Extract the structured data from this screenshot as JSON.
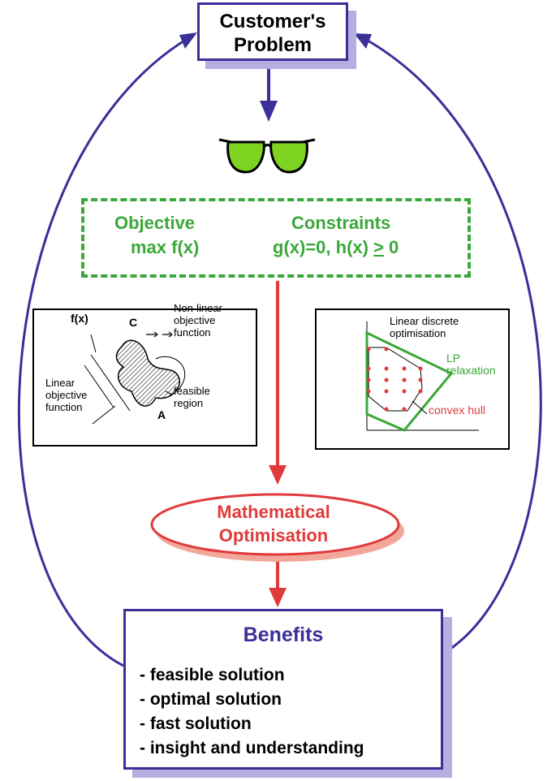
{
  "customer_problem": {
    "title": "Customer's\nProblem"
  },
  "icons": {
    "glasses": "sunglasses-icon"
  },
  "problem_formulation": {
    "objective_label": "Objective",
    "objective_expr": "max f(x)",
    "constraints_label": "Constraints",
    "constraints_expr_prefix": "g(x)=0, h(x) ",
    "constraints_ge": ">",
    "constraints_expr_suffix": " 0"
  },
  "figure_nonlinear": {
    "fx_label": "f(x)",
    "point_c": "C",
    "point_a": "A",
    "nonlinear_label": "Non-linear\nobjective\nfunction",
    "linear_label": "Linear\nobjective\nfunction",
    "feasible_label": "feasible\nregion"
  },
  "figure_discrete": {
    "title": "Linear discrete\noptimisation",
    "lp_relaxation": "LP relaxation",
    "convex_hull": "convex hull"
  },
  "mathematical_optimisation": {
    "label": "Mathematical\nOptimisation"
  },
  "benefits": {
    "title": "Benefits",
    "items": [
      "- feasible solution",
      "- optimal solution",
      "- fast solution",
      "- insight and understanding"
    ]
  },
  "colors": {
    "blue": "#3b2f98",
    "green": "#3aa83a",
    "red": "#e03a3a",
    "lime": "#7ed321"
  }
}
